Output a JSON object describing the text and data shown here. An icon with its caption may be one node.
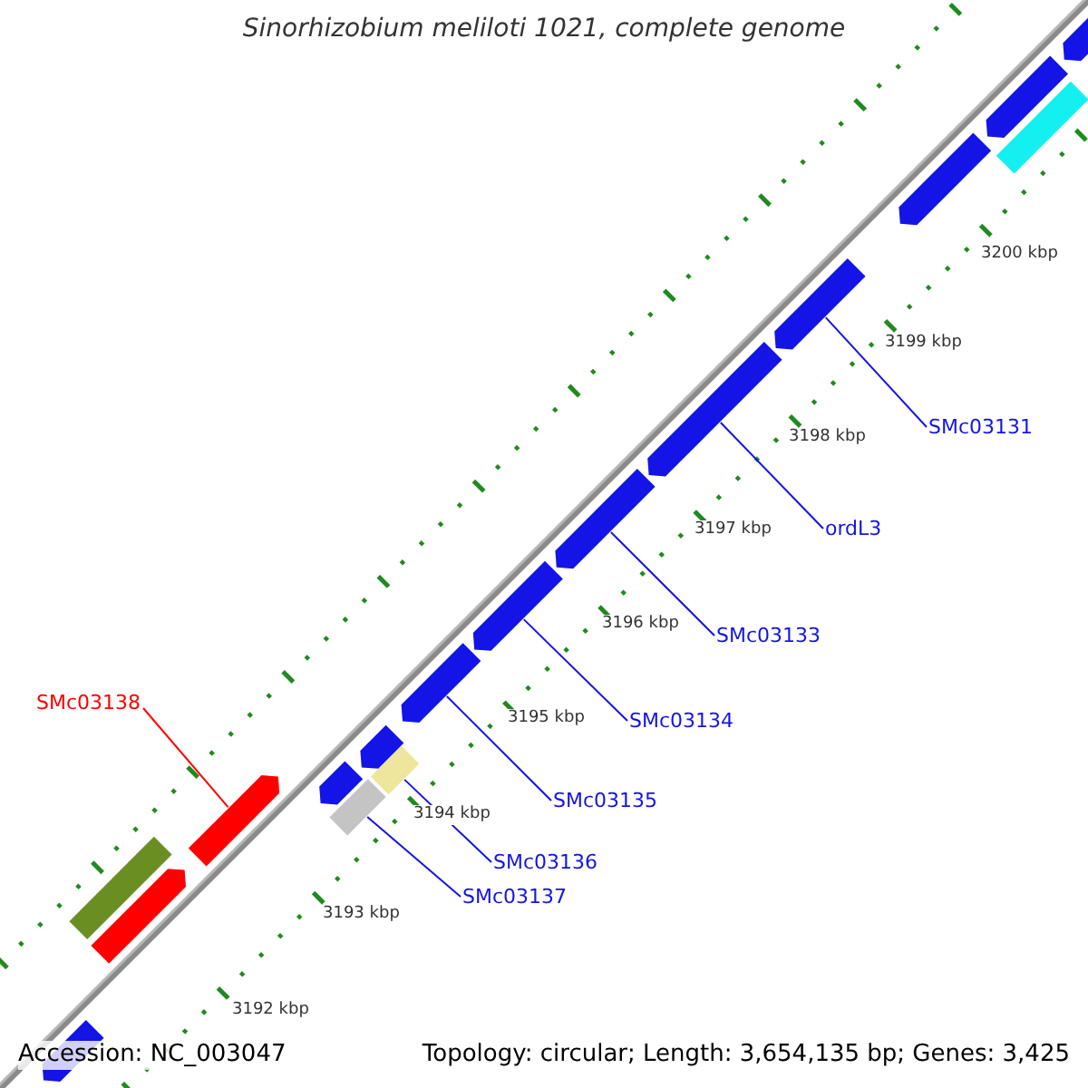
{
  "diagram": {
    "title": "Sinorhizobium meliloti 1021, complete genome",
    "nodes": [
      {
        "text": [
          "SMc03131"
        ]
      },
      {
        "text": [
          "ordL3"
        ]
      },
      {
        "text": [
          "SMc03133"
        ]
      },
      {
        "text": [
          "SMc03134"
        ]
      },
      {
        "text": [
          "SMc03138"
        ]
      },
      {
        "text": [
          "SMc03135"
        ]
      },
      {
        "text": [
          "SMc03136"
        ]
      },
      {
        "text": [
          "SMc03137"
        ]
      },
      {
        "text": [],
        "shape": "arrow"
      },
      {
        "text": [],
        "shape": "arrow"
      },
      {
        "text": [],
        "shape": "arrow"
      },
      {
        "text": [],
        "shape": "arrow"
      },
      {
        "text": [],
        "shape": "arrow"
      },
      {
        "text": [],
        "shape": "arrow"
      },
      {
        "text": [],
        "shape": "box"
      },
      {
        "text": [],
        "shape": "box"
      },
      {
        "text": [],
        "shape": "arrow"
      },
      {
        "text": [],
        "shape": "arrow"
      },
      {
        "text": [],
        "shape": "arrow"
      },
      {
        "text": [],
        "shape": "box"
      },
      {
        "text": [],
        "shape": "arrow"
      },
      {
        "text": [],
        "shape": "arrow"
      },
      {
        "text": [],
        "shape": "arrow"
      },
      {
        "text": [],
        "shape": "box"
      },
      {
        "text": [],
        "shape": "arrow"
      }
    ],
    "edges": [
      {
        "from": 0,
        "to": 8,
        "arrow": "none"
      },
      {
        "from": 1,
        "to": 9,
        "arrow": "none"
      },
      {
        "from": 2,
        "to": 10,
        "arrow": "none"
      },
      {
        "from": 3,
        "to": 11,
        "arrow": "none"
      },
      {
        "from": 4,
        "to": 13,
        "arrow": "none",
        "color": "#ff0000"
      },
      {
        "from": 5,
        "to": 12,
        "arrow": "none"
      },
      {
        "from": 6,
        "to": 14,
        "arrow": "none"
      },
      {
        "from": 7,
        "to": 15,
        "arrow": "none"
      }
    ],
    "labels": [
      "3200 kbp",
      "3199 kbp",
      "3198 kbp",
      "3197 kbp",
      "3196 kbp",
      "3195 kbp",
      "3194 kbp",
      "3193 kbp",
      "3192 kbp",
      "Accession: NC_003047",
      "Topology: circular; Length: 3,654,135 bp; Genes: 3,425"
    ]
  }
}
